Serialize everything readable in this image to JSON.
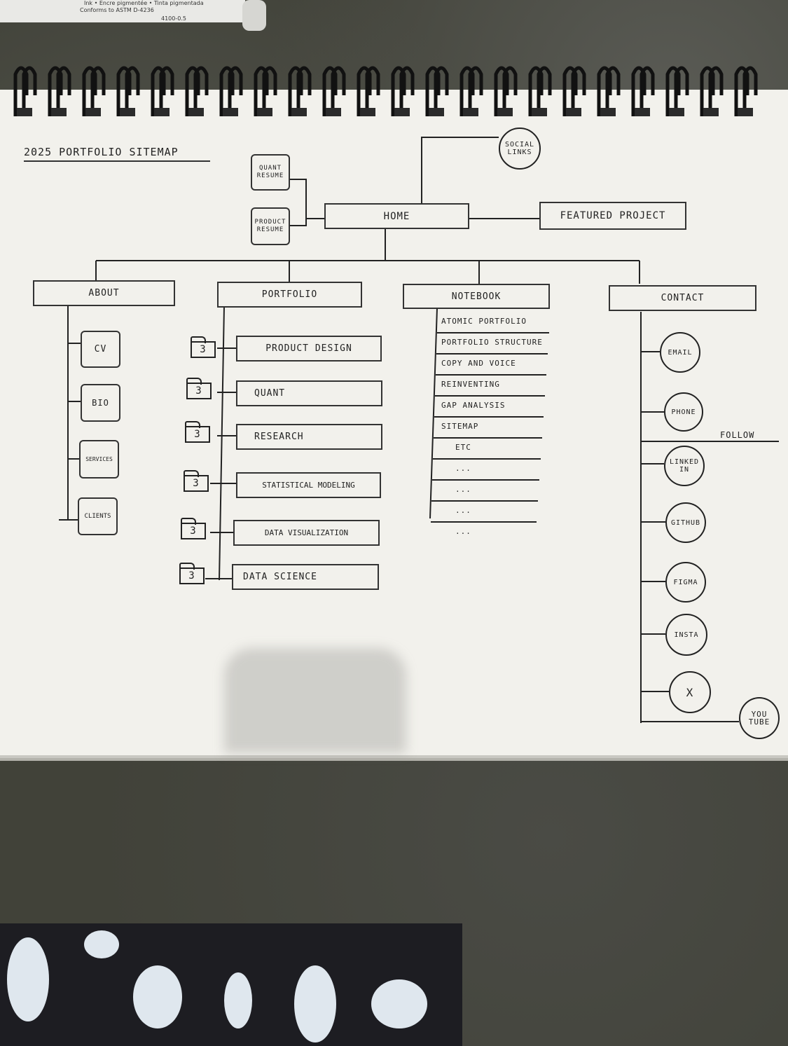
{
  "title": "2025 Portfolio Sitemap",
  "pen_label_lines": [
    "Ink • Encre pigmentée • Tinta pigmentada",
    "Conforms to ASTM D-4236",
    "4100-0.5"
  ],
  "home": {
    "label": "HOME",
    "social": "SOCIAL LINKS",
    "featured": "FEATURED PROJECT",
    "resumes": [
      "QUANT RESUME",
      "PRODUCT RESUME"
    ]
  },
  "sections": {
    "about": {
      "label": "ABOUT",
      "items": [
        "CV",
        "BIO",
        "SERVICES",
        "CLIENTS"
      ]
    },
    "portfolio": {
      "label": "PORTFOLIO",
      "items": [
        "PRODUCT DESIGN",
        "QUANT",
        "RESEARCH",
        "STATISTICAL MODELING",
        "DATA VISUALIZATION",
        "DATA SCIENCE"
      ],
      "counts": [
        "3",
        "3",
        "3",
        "3",
        "3",
        "3"
      ]
    },
    "notebook": {
      "label": "NOTEBOOK",
      "items": [
        "ATOMIC PORTFOLIO",
        "PORTFOLIO STRUCTURE",
        "COPY AND VOICE",
        "REINVENTING",
        "GAP ANALYSIS",
        "SITEMAP",
        "ETC",
        "...",
        "...",
        "...",
        "..."
      ]
    },
    "contact": {
      "label": "CONTACT",
      "items": [
        "EMAIL",
        "PHONE",
        "LINKED IN",
        "GITHUB",
        "FIGMA",
        "INSTA",
        "X",
        "YOU TUBE"
      ],
      "follow": "FOLLOW"
    }
  }
}
